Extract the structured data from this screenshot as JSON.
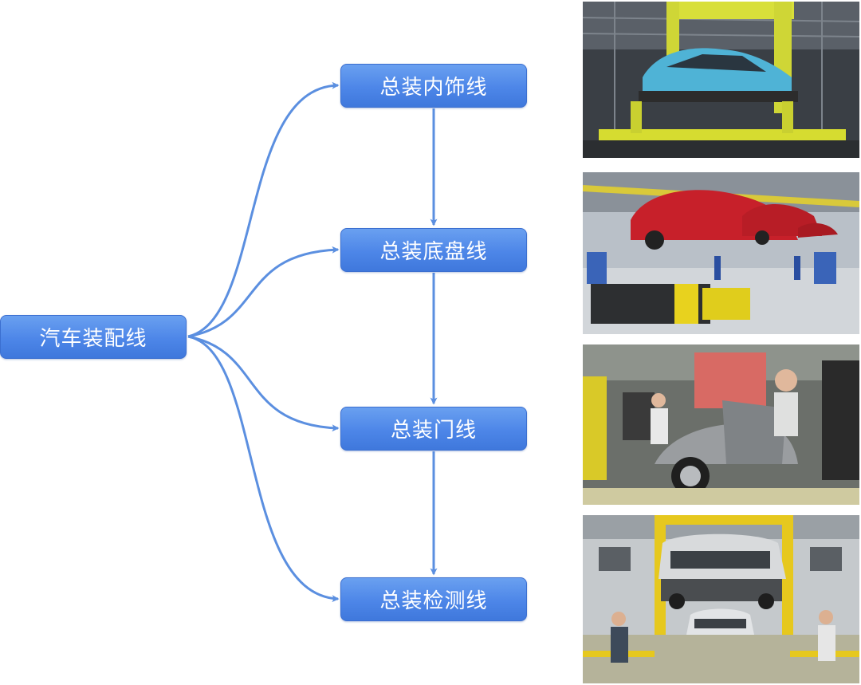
{
  "diagram": {
    "root": {
      "label": "汽车装配线"
    },
    "stages": [
      {
        "label": "总装内饰线"
      },
      {
        "label": "总装底盘线"
      },
      {
        "label": "总装门线"
      },
      {
        "label": "总装检测线"
      }
    ]
  },
  "colors": {
    "node_fill": "#4d86e8",
    "arrow": "#5b8fe0",
    "text": "#ffffff"
  },
  "photos": [
    {
      "icon": "car-body-on-yellow-gantry-photo"
    },
    {
      "icon": "red-car-bodies-on-assembly-line-photo"
    },
    {
      "icon": "workers-installing-car-doors-photo"
    },
    {
      "icon": "cars-on-inspection-lift-photo"
    }
  ]
}
